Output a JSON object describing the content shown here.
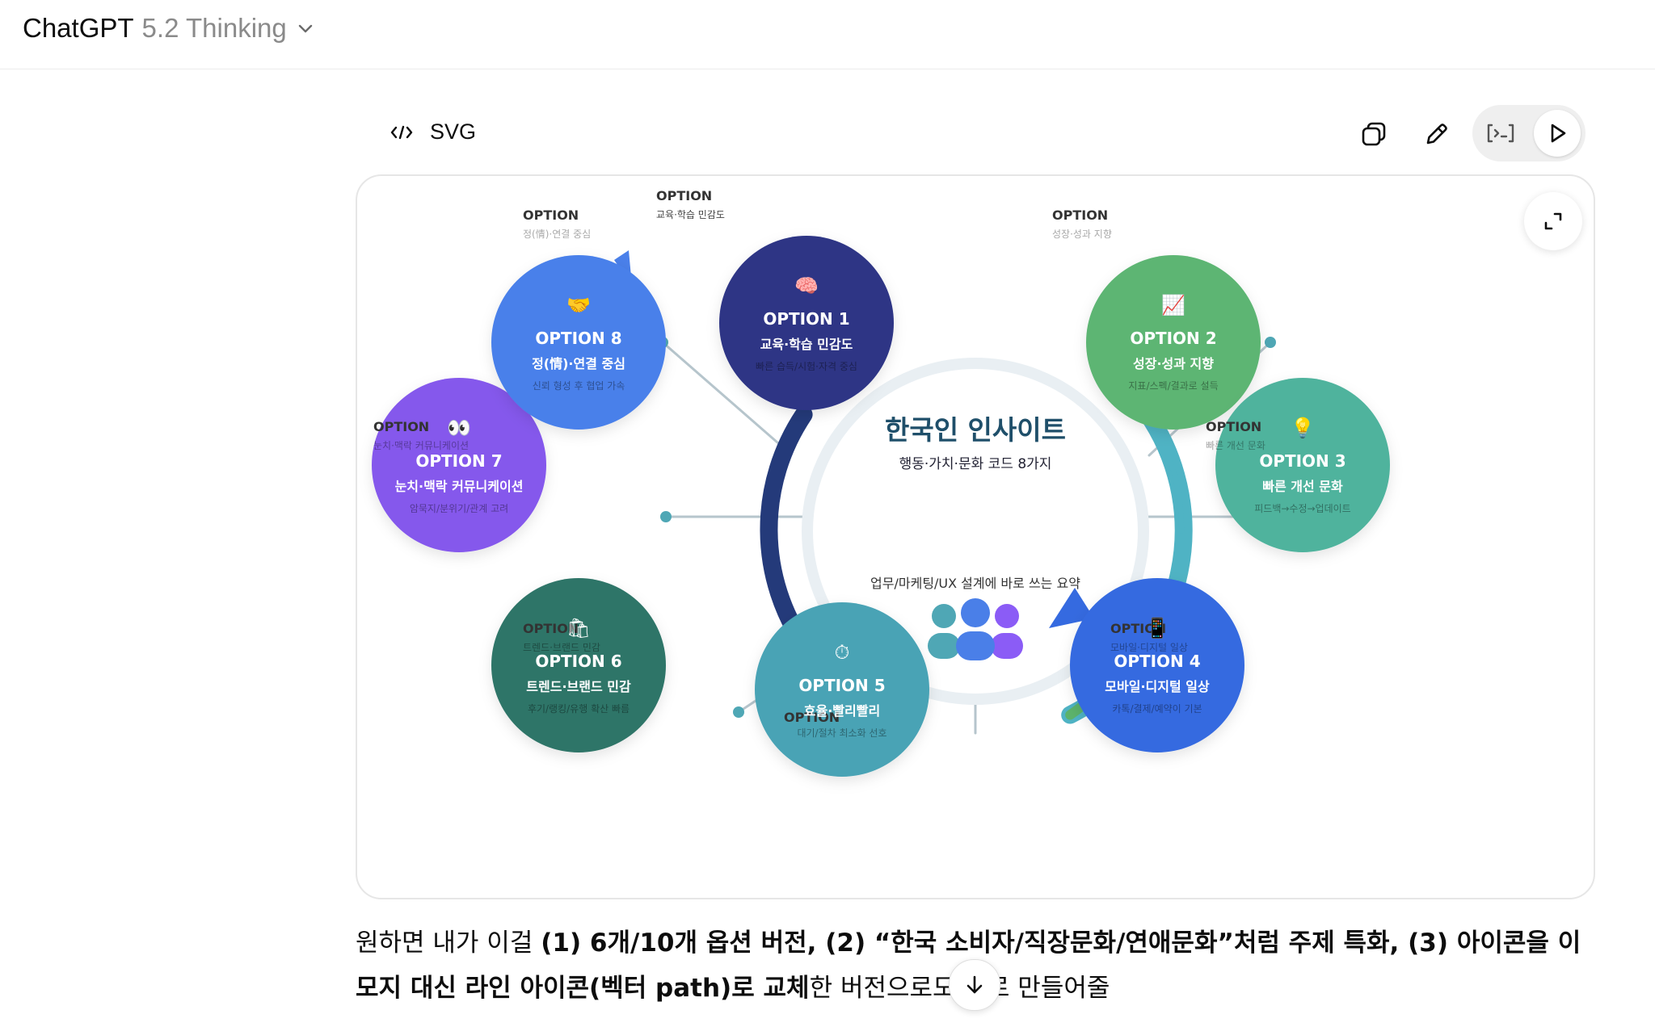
{
  "header": {
    "app_name": "ChatGPT",
    "model_name": "5.2 Thinking",
    "chevron_icon": "chevron-down-icon"
  },
  "artifact": {
    "type_label": "SVG",
    "type_icon": "code-brackets-icon",
    "actions": {
      "copy_icon": "copy-icon",
      "edit_icon": "pencil-icon",
      "code_view_icon": "terminal-icon",
      "preview_icon": "play-icon",
      "expand_icon": "expand-icon"
    }
  },
  "diagram": {
    "title": "한국인 인사이트",
    "subtitle": "행동·가치·문화 코드 8가지",
    "caption": "업무/마케팅/UX 설계에 바로 쓰는 요약",
    "colors": {
      "people_teal": "#4fa7b5",
      "people_blue": "#4a7fe8",
      "people_purple": "#8b5cf6",
      "ring_navy": "#243a7a",
      "ring_teal": "#4fb3c4",
      "ring_green": "#5cb36b",
      "connector": "#b6c5cc"
    },
    "options": [
      {
        "id": 1,
        "title": "OPTION 1",
        "main": "교육·학습 민감도",
        "sub": "빠른 습득/시험·자격 중심",
        "icon": "🧠",
        "color": "#2d3585",
        "ghost_label": "OPTION",
        "ghost_sub": "교육·학습 민감도"
      },
      {
        "id": 2,
        "title": "OPTION 2",
        "main": "성장·성과 지향",
        "sub": "지표/스펙/결과로 설득",
        "icon": "📈",
        "color": "#5db573",
        "ghost_label": "OPTION",
        "ghost_sub": "성장·성과 지향"
      },
      {
        "id": 3,
        "title": "OPTION 3",
        "main": "빠른 개선 문화",
        "sub": "피드백→수정→업데이트",
        "icon": "💡",
        "color": "#4fb39d",
        "ghost_label": "OPTION",
        "ghost_sub": "빠른 개선 문화"
      },
      {
        "id": 4,
        "title": "OPTION 4",
        "main": "모바일·디지털 일상",
        "sub": "카톡/결제/예약이 기본",
        "icon": "📱",
        "color": "#356ae0",
        "ghost_label": "OPTION",
        "ghost_sub": "모바일·디지털 일상"
      },
      {
        "id": 5,
        "title": "OPTION 5",
        "main": "효율·빨리빨리",
        "sub": "대기/절차 최소화 선호",
        "icon": "⏱",
        "color": "#4aa3b5",
        "ghost_label": "OPTION",
        "ghost_sub": ""
      },
      {
        "id": 6,
        "title": "OPTION 6",
        "main": "트렌드·브랜드 민감",
        "sub": "후기/랭킹/유행 확산 빠름",
        "icon": "🛍",
        "color": "#2f7468",
        "ghost_label": "OPTION",
        "ghost_sub": "트렌드·브랜드 민감"
      },
      {
        "id": 7,
        "title": "OPTION 7",
        "main": "눈치·맥락 커뮤니케이션",
        "sub": "암묵지/분위기/관계 고려",
        "icon": "👀",
        "color": "#8559ec",
        "ghost_label": "OPTION",
        "ghost_sub": "눈치·맥락 커뮤니케이션"
      },
      {
        "id": 8,
        "title": "OPTION 8",
        "main": "정(情)·연결 중심",
        "sub": "신뢰 형성 후 협업 가속",
        "icon": "🤝",
        "color": "#4a80ea",
        "ghost_label": "OPTION",
        "ghost_sub": "정(情)·연결 중심"
      }
    ]
  },
  "message": {
    "part1": "원하면 내가 이걸 ",
    "bold1": "(1) 6개/10개 옵션 버전, (2) “한국 소비자/직장문화/연애문화”처럼 주제 특화, (3) 아이콘을 이모지 대신 라인 아이콘(벡터 path)로 교체",
    "part2": "한 버전으로도 바로 만들어줄"
  },
  "scroll_icon": "arrow-down-icon"
}
